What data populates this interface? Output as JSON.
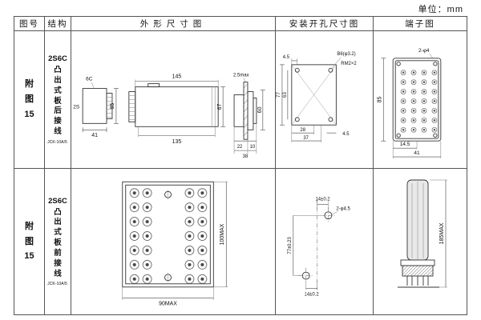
{
  "unit_label": "单位：mm",
  "headers": {
    "fig_no": "图号",
    "structure": "结构",
    "outline": "外形尺寸图",
    "install": "安装开孔尺寸图",
    "terminal": "端子图"
  },
  "rows": [
    {
      "fig_no": "附图15",
      "model": "2S6C",
      "structure": "凸出式板后接线",
      "sub_model": "JCK-10A/5",
      "outline": {
        "side_top": "6C",
        "side_left": "2S",
        "side_height": "85",
        "side_width": "41",
        "front_top": "145",
        "front_bottom": "135",
        "front_height": "67",
        "panel_thickness": "2.5max",
        "panel_height": "60",
        "depth_a": "22",
        "depth_b": "10",
        "depth_total": "38"
      },
      "install": {
        "offset_top": "4.5",
        "hole_spec": "B6(φ3.2)",
        "screw_spec": "RM2×2",
        "height_outer": "77",
        "height_inner": "63",
        "width_a": "28",
        "width_b": "37",
        "offset_right": "4.5"
      },
      "terminal": {
        "hole_spec": "2-φ4",
        "height": "85",
        "width_a": "14.5",
        "width_b": "41"
      }
    },
    {
      "fig_no": "附图15",
      "model": "2S6C",
      "structure": "凸出式板前接线",
      "sub_model": "JCK-10A/5",
      "outline": {
        "height": "100MAX",
        "width": "90MAX"
      },
      "install": {
        "offset_top": "14±0.2",
        "hole_spec": "2-φ4.5",
        "height": "77±0.23",
        "offset_bottom": "14±0.2"
      },
      "terminal": {
        "height": "185MAX"
      }
    }
  ]
}
